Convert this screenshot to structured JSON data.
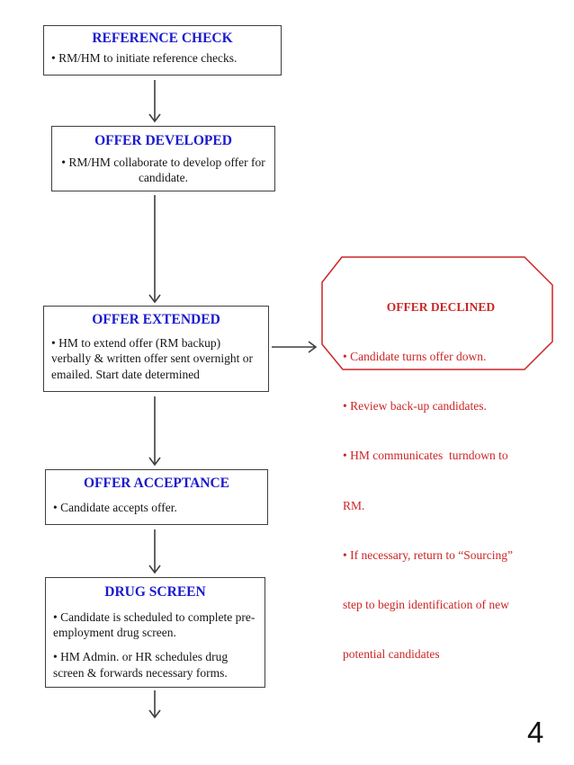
{
  "page": {
    "number": "4"
  },
  "colors": {
    "title_blue": "#1a1acd",
    "declined_red": "#cc2525",
    "box_border": "#3f3f3f",
    "arrow": "#3f3f3f",
    "background": "#ffffff"
  },
  "flow": {
    "boxes": [
      {
        "title": "REFERENCE CHECK",
        "bullets": [
          "• RM/HM to initiate reference checks."
        ]
      },
      {
        "title": "OFFER DEVELOPED",
        "bullets": [
          "•  RM/HM collaborate to develop offer for candidate."
        ]
      },
      {
        "title": "OFFER EXTENDED",
        "bullets": [
          "• HM to extend offer (RM backup) verbally & written offer sent overnight or emailed. Start date determined"
        ]
      },
      {
        "title": "OFFER ACCEPTANCE",
        "bullets": [
          "• Candidate accepts offer."
        ]
      },
      {
        "title": "DRUG SCREEN",
        "bullets": [
          "• Candidate is scheduled to complete pre-employment drug screen.",
          "•  HM Admin. or HR schedules drug screen & forwards necessary forms."
        ]
      }
    ],
    "declined": {
      "title": "OFFER DECLINED",
      "bullets": [
        "• Candidate turns offer down.",
        "• Review back-up candidates.",
        "• HM communicates  turndown to RM.",
        "• If necessary, return to “Sourcing” step to begin identification of new potential candidates"
      ],
      "lines": [
        "• Candidate turns offer down.",
        "• Review back-up candidates.",
        "• HM communicates  turndown to",
        "RM.",
        "• If necessary, return to “Sourcing”",
        "step to begin identification of new",
        "potential candidates"
      ]
    }
  }
}
